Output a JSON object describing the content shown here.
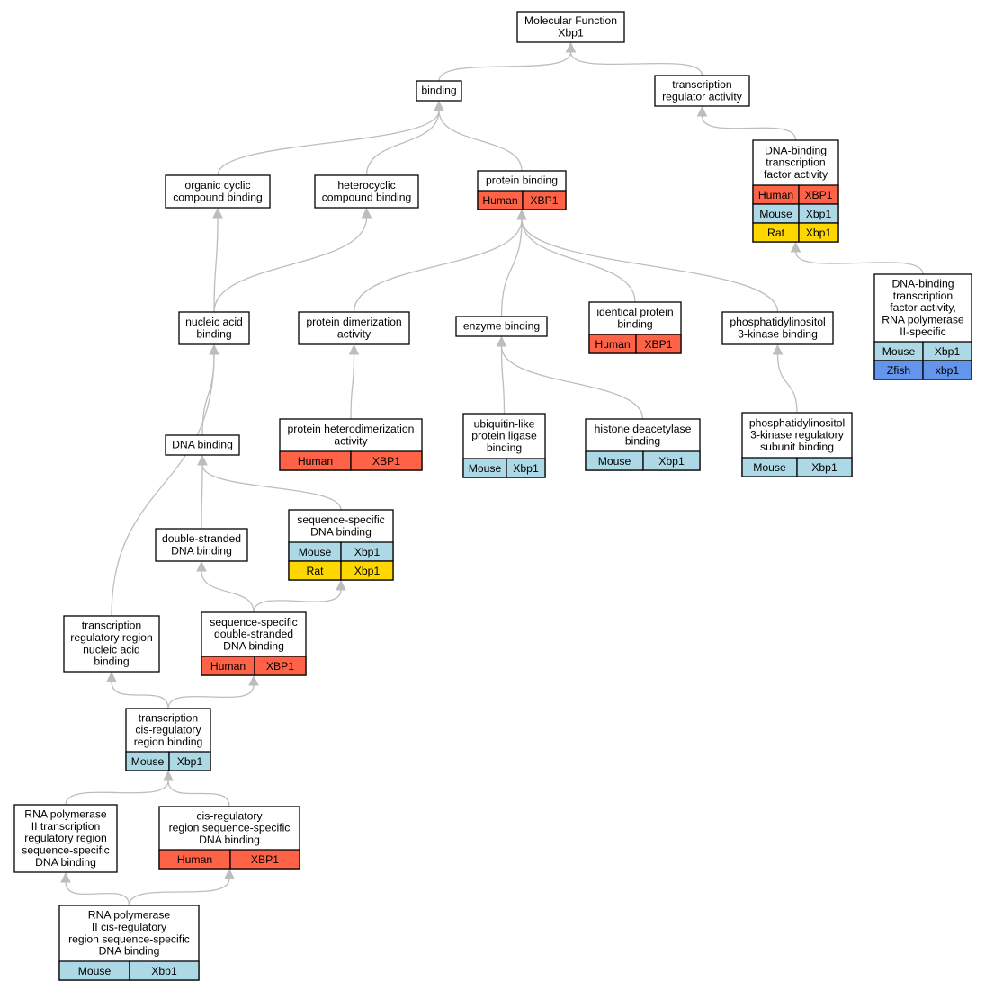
{
  "colors": {
    "edge": "#bdbdbd",
    "Human": "#ff6347",
    "Mouse": "#add8e6",
    "Rat": "#ffd700",
    "Zfish": "#6495ed"
  },
  "nodes": [
    {
      "id": "mf",
      "lines": [
        "Molecular Function",
        "Xbp1"
      ],
      "rows": []
    },
    {
      "id": "binding",
      "lines": [
        "binding"
      ],
      "rows": []
    },
    {
      "id": "tra",
      "lines": [
        "transcription",
        "regulator activity"
      ],
      "rows": []
    },
    {
      "id": "dbtfa",
      "lines": [
        "DNA-binding",
        "transcription",
        "factor activity"
      ],
      "rows": [
        [
          "Human",
          "XBP1"
        ],
        [
          "Mouse",
          "Xbp1"
        ],
        [
          "Rat",
          "Xbp1"
        ]
      ]
    },
    {
      "id": "ocb",
      "lines": [
        "organic cyclic",
        "compound binding"
      ],
      "rows": []
    },
    {
      "id": "hcb",
      "lines": [
        "heterocyclic",
        "compound binding"
      ],
      "rows": []
    },
    {
      "id": "pb",
      "lines": [
        "protein binding"
      ],
      "rows": [
        [
          "Human",
          "XBP1"
        ]
      ]
    },
    {
      "id": "nab",
      "lines": [
        "nucleic acid",
        "binding"
      ],
      "rows": []
    },
    {
      "id": "pda",
      "lines": [
        "protein dimerization",
        "activity"
      ],
      "rows": []
    },
    {
      "id": "eb",
      "lines": [
        "enzyme binding"
      ],
      "rows": []
    },
    {
      "id": "ipb",
      "lines": [
        "identical protein",
        "binding"
      ],
      "rows": [
        [
          "Human",
          "XBP1"
        ]
      ]
    },
    {
      "id": "pi3kb",
      "lines": [
        "phosphatidylinositol",
        "3-kinase binding"
      ],
      "rows": []
    },
    {
      "id": "dbtfpol2",
      "lines": [
        "DNA-binding",
        "transcription",
        "factor activity,",
        "RNA polymerase",
        "II-specific"
      ],
      "rows": [
        [
          "Mouse",
          "Xbp1"
        ],
        [
          "Zfish",
          "xbp1"
        ]
      ]
    },
    {
      "id": "dnab",
      "lines": [
        "DNA binding"
      ],
      "rows": []
    },
    {
      "id": "phda",
      "lines": [
        "protein heterodimerization",
        "activity"
      ],
      "rows": [
        [
          "Human",
          "XBP1"
        ]
      ]
    },
    {
      "id": "ublpl",
      "lines": [
        "ubiquitin-like",
        "protein ligase",
        "binding"
      ],
      "rows": [
        [
          "Mouse",
          "Xbp1"
        ]
      ]
    },
    {
      "id": "hdb",
      "lines": [
        "histone deacetylase",
        "binding"
      ],
      "rows": [
        [
          "Mouse",
          "Xbp1"
        ]
      ]
    },
    {
      "id": "pi3krs",
      "lines": [
        "phosphatidylinositol",
        "3-kinase regulatory",
        "subunit binding"
      ],
      "rows": [
        [
          "Mouse",
          "Xbp1"
        ]
      ]
    },
    {
      "id": "dsdb",
      "lines": [
        "double-stranded",
        "DNA binding"
      ],
      "rows": []
    },
    {
      "id": "ssdb",
      "lines": [
        "sequence-specific",
        "DNA binding"
      ],
      "rows": [
        [
          "Mouse",
          "Xbp1"
        ],
        [
          "Rat",
          "Xbp1"
        ]
      ]
    },
    {
      "id": "trrnab",
      "lines": [
        "transcription",
        "regulatory region",
        "nucleic acid",
        "binding"
      ],
      "rows": []
    },
    {
      "id": "ssdsdb",
      "lines": [
        "sequence-specific",
        "double-stranded",
        "DNA binding"
      ],
      "rows": [
        [
          "Human",
          "XBP1"
        ]
      ]
    },
    {
      "id": "tcrrb",
      "lines": [
        "transcription",
        "cis-regulatory",
        "region binding"
      ],
      "rows": [
        [
          "Mouse",
          "Xbp1"
        ]
      ]
    },
    {
      "id": "rpol2tr",
      "lines": [
        "RNA polymerase",
        "II transcription",
        "regulatory region",
        "sequence-specific",
        "DNA binding"
      ],
      "rows": []
    },
    {
      "id": "crrssdb",
      "lines": [
        "cis-regulatory",
        "region sequence-specific",
        "DNA binding"
      ],
      "rows": [
        [
          "Human",
          "XBP1"
        ]
      ]
    },
    {
      "id": "rpol2cr",
      "lines": [
        "RNA polymerase",
        "II cis-regulatory",
        "region sequence-specific",
        "DNA binding"
      ],
      "rows": [
        [
          "Mouse",
          "Xbp1"
        ]
      ]
    }
  ],
  "edges": [
    [
      "binding",
      "mf"
    ],
    [
      "tra",
      "mf"
    ],
    [
      "dbtfa",
      "tra"
    ],
    [
      "ocb",
      "binding"
    ],
    [
      "hcb",
      "binding"
    ],
    [
      "pb",
      "binding"
    ],
    [
      "dbtfpol2",
      "dbtfa"
    ],
    [
      "nab",
      "ocb"
    ],
    [
      "nab",
      "hcb"
    ],
    [
      "pda",
      "pb"
    ],
    [
      "eb",
      "pb"
    ],
    [
      "ipb",
      "pb"
    ],
    [
      "pi3kb",
      "pb"
    ],
    [
      "dnab",
      "nab"
    ],
    [
      "trrnab",
      "nab"
    ],
    [
      "phda",
      "pda"
    ],
    [
      "ublpl",
      "eb"
    ],
    [
      "hdb",
      "eb"
    ],
    [
      "pi3krs",
      "pi3kb"
    ],
    [
      "dsdb",
      "dnab"
    ],
    [
      "ssdb",
      "dnab"
    ],
    [
      "ssdsdb",
      "dsdb"
    ],
    [
      "ssdsdb",
      "ssdb"
    ],
    [
      "tcrrb",
      "trrnab"
    ],
    [
      "tcrrb",
      "ssdsdb"
    ],
    [
      "rpol2tr",
      "tcrrb"
    ],
    [
      "crrssdb",
      "tcrrb"
    ],
    [
      "rpol2cr",
      "rpol2tr"
    ],
    [
      "rpol2cr",
      "crrssdb"
    ]
  ]
}
